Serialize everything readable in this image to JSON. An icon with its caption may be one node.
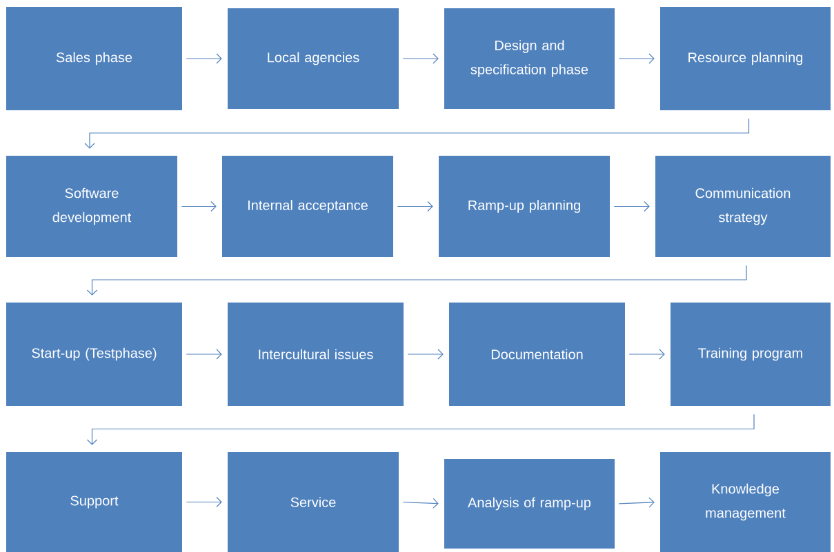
{
  "diagram": {
    "nodes": [
      {
        "text": [
          "Sales phase"
        ]
      },
      {
        "text": [
          "Local agencies"
        ]
      },
      {
        "text": [
          "Design and specification phase"
        ]
      },
      {
        "text": [
          "Resource planning"
        ]
      },
      {
        "text": [
          "Software development"
        ]
      },
      {
        "text": [
          "Internal acceptance"
        ]
      },
      {
        "text": [
          "Ramp-up planning"
        ]
      },
      {
        "text": [
          "Communication strategy"
        ]
      },
      {
        "text": [
          "Start-up (Testphase)"
        ]
      },
      {
        "text": [
          "Intercultural issues"
        ]
      },
      {
        "text": [
          "Documentation"
        ]
      },
      {
        "text": [
          "Training program"
        ]
      },
      {
        "text": [
          "Support"
        ]
      },
      {
        "text": [
          "Service"
        ]
      },
      {
        "text": [
          "Analysis of ramp-up"
        ]
      },
      {
        "text": [
          "Knowledge management"
        ]
      }
    ],
    "edges": [
      {
        "from": 0,
        "to": 1,
        "arrow": "to"
      },
      {
        "from": 1,
        "to": 2,
        "arrow": "to"
      },
      {
        "from": 2,
        "to": 3,
        "arrow": "to"
      },
      {
        "from": 3,
        "to": 4,
        "arrow": "to"
      },
      {
        "from": 4,
        "to": 5,
        "arrow": "to"
      },
      {
        "from": 5,
        "to": 6,
        "arrow": "to"
      },
      {
        "from": 6,
        "to": 7,
        "arrow": "to"
      },
      {
        "from": 7,
        "to": 8,
        "arrow": "to"
      },
      {
        "from": 8,
        "to": 9,
        "arrow": "to"
      },
      {
        "from": 9,
        "to": 10,
        "arrow": "to"
      },
      {
        "from": 10,
        "to": 11,
        "arrow": "to"
      },
      {
        "from": 11,
        "to": 12,
        "arrow": "to"
      },
      {
        "from": 12,
        "to": 13,
        "arrow": "to"
      },
      {
        "from": 13,
        "to": 14,
        "arrow": "to"
      },
      {
        "from": 14,
        "to": 15,
        "arrow": "to"
      }
    ]
  }
}
